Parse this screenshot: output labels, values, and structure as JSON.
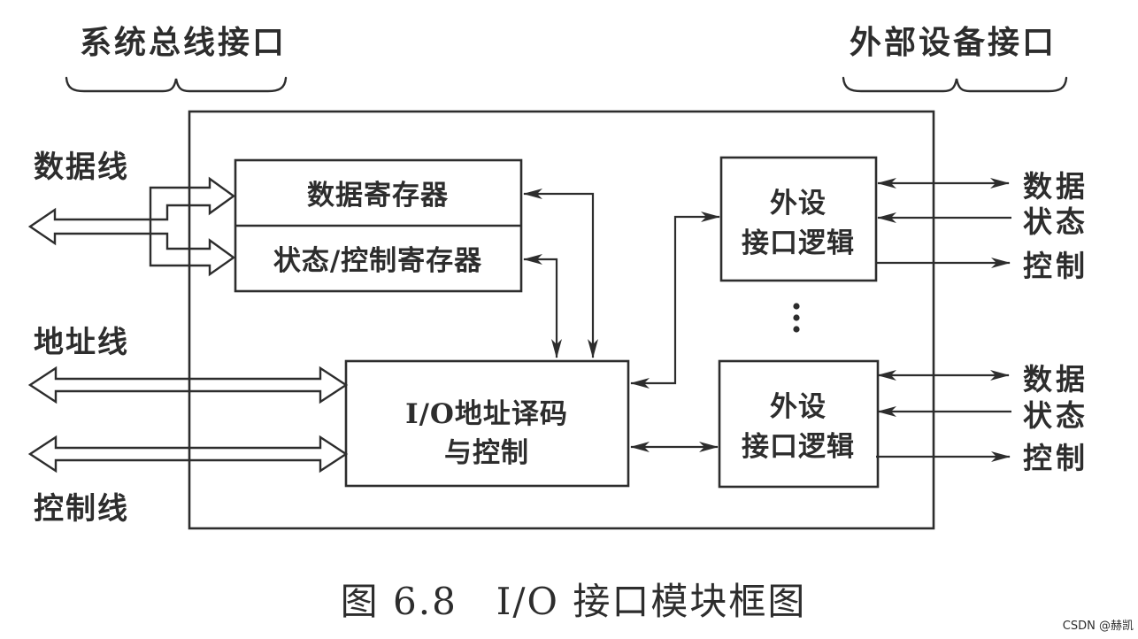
{
  "diagram": {
    "top_labels": {
      "left": "系统总线接口",
      "right": "外部设备接口"
    },
    "left_bus": {
      "data": "数据线",
      "address": "地址线",
      "control": "控制线"
    },
    "blocks": {
      "data_register": "数据寄存器",
      "status_control_register": "状态/控制寄存器",
      "io_decode": {
        "line1": "I/O地址译码",
        "line2": "与控制"
      },
      "peripheral_top": {
        "line1": "外设",
        "line2": "接口逻辑"
      },
      "peripheral_bottom": {
        "line1": "外设",
        "line2": "接口逻辑"
      }
    },
    "device_signals_top": {
      "data": "数据",
      "status": "状态",
      "control": "控制"
    },
    "device_signals_bottom": {
      "data": "数据",
      "status": "状态",
      "control": "控制"
    },
    "ellipsis_between_peripherals": "⋮"
  },
  "caption": "图 6.8　I/O 接口模块框图",
  "watermark": "CSDN @赫凯",
  "colors": {
    "stroke": "#2d2d2d",
    "caption_blue": "#29a8ec",
    "watermark_gray": "#b8b8b8",
    "background": "#ffffff"
  }
}
